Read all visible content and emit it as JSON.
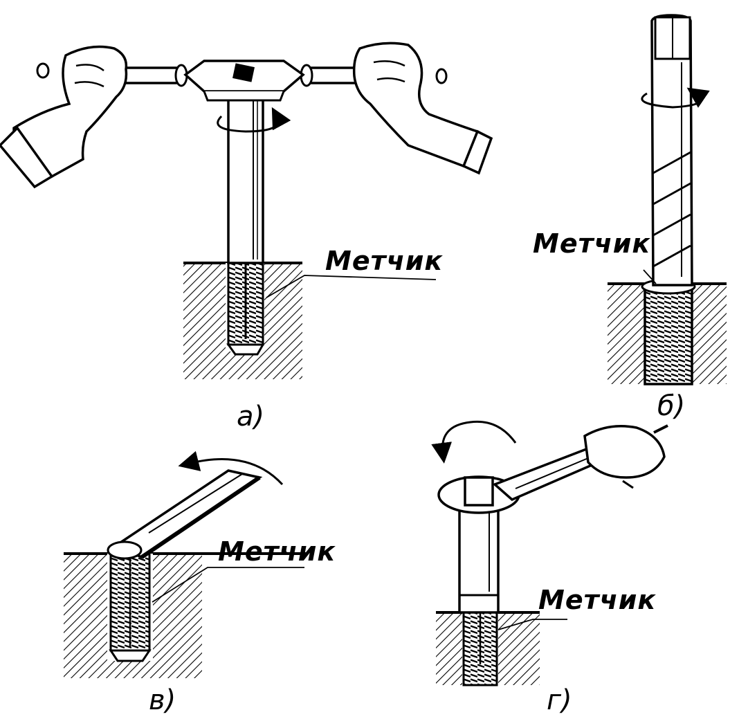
{
  "panels": [
    {
      "id": "a",
      "caption": "а)",
      "callout": "Метчик"
    },
    {
      "id": "b",
      "caption": "б)",
      "callout": "Метчик"
    },
    {
      "id": "v",
      "caption": "в)",
      "callout": "Метчик"
    },
    {
      "id": "g",
      "caption": "г)",
      "callout": "Метчик"
    }
  ]
}
